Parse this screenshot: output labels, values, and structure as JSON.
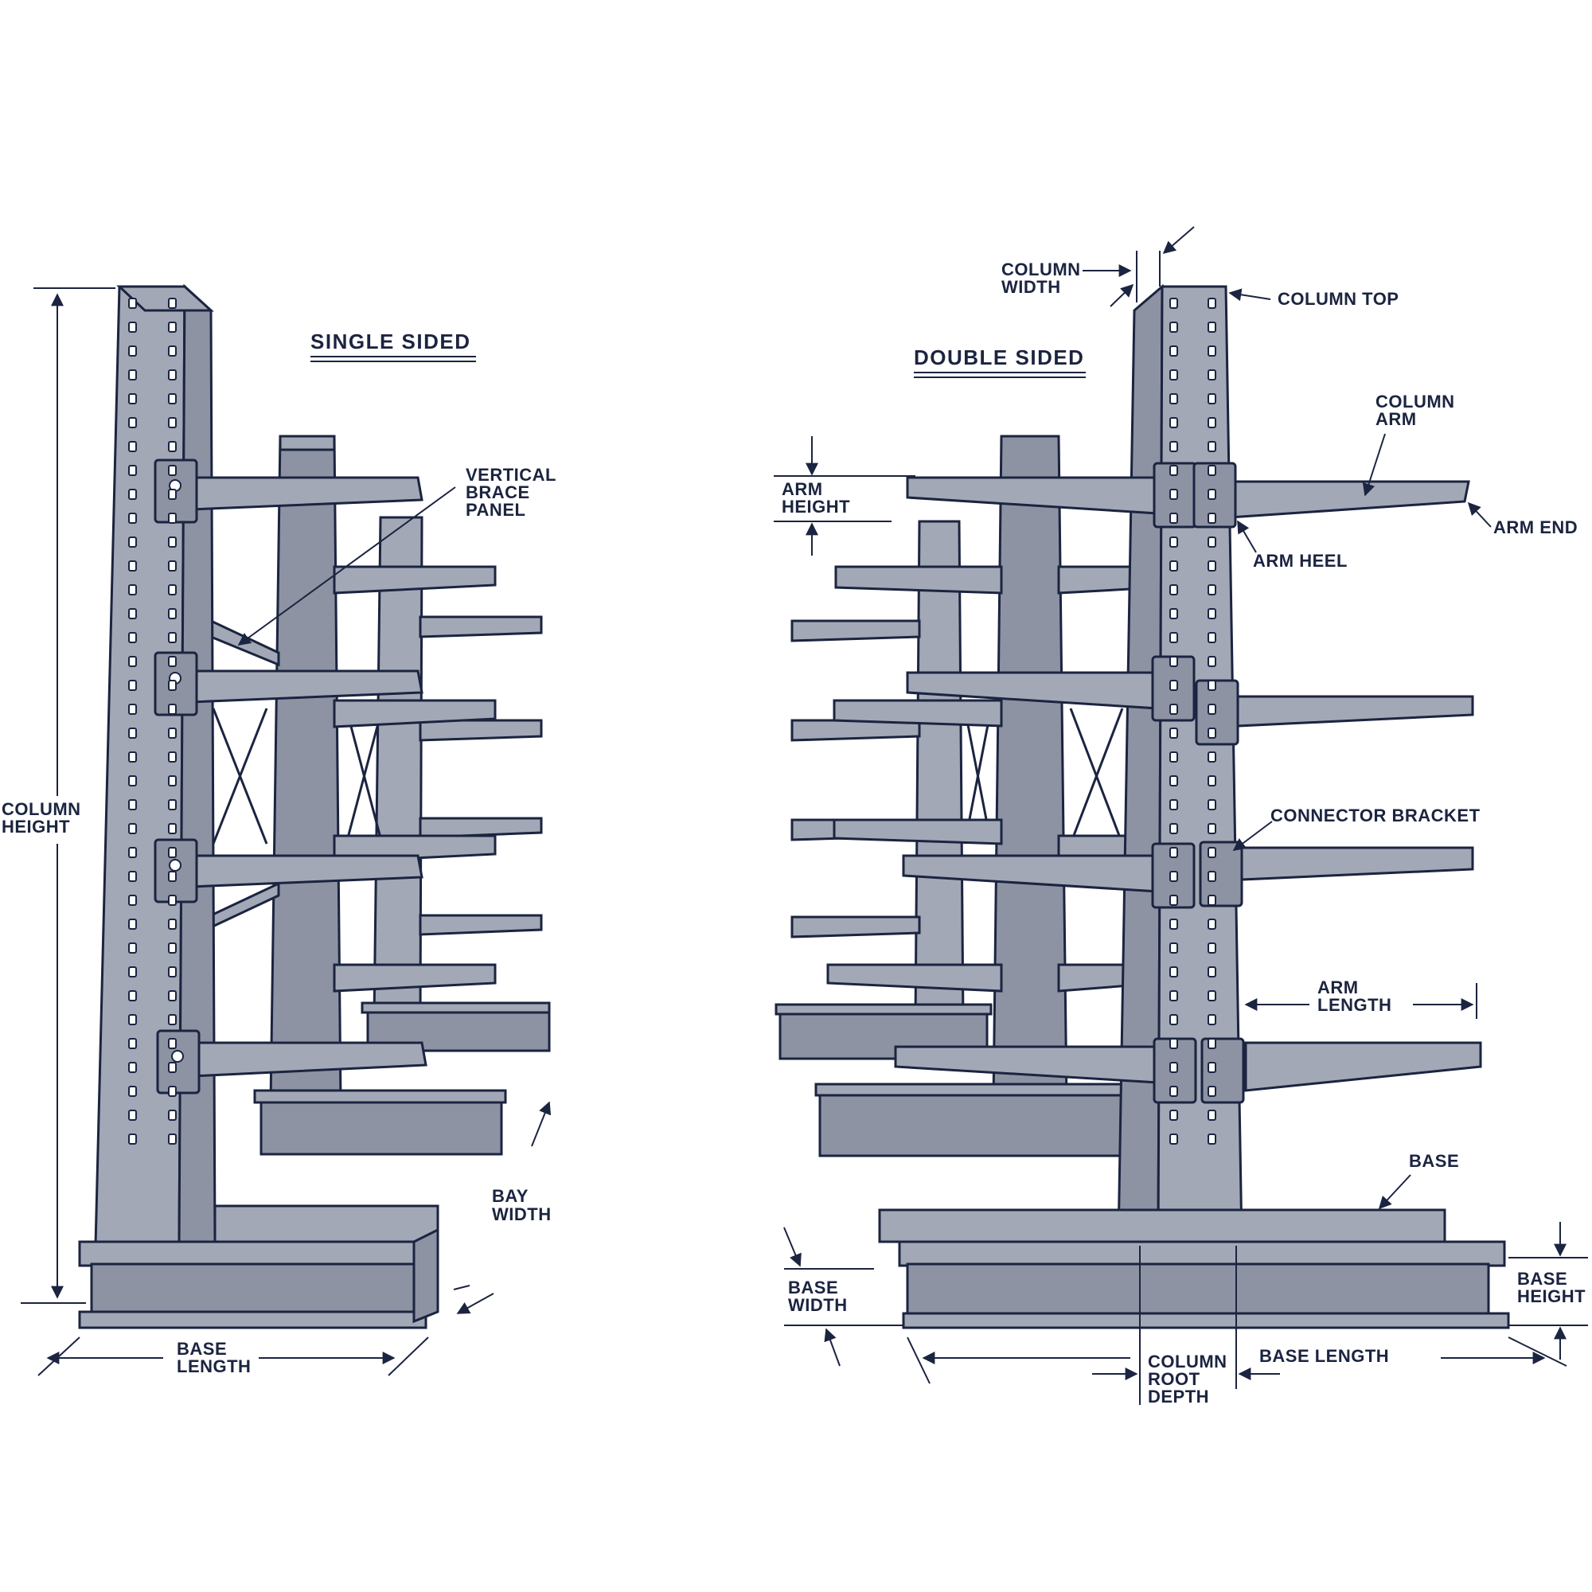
{
  "colors": {
    "ink": "#1b2440",
    "steel": "#a3a8b6",
    "steel_dark": "#8d93a3",
    "background": "#ffffff"
  },
  "single_sided": {
    "title": "SINGLE SIDED",
    "labels": {
      "vertical_brace_panel": [
        "VERTICAL",
        "BRACE",
        "PANEL"
      ],
      "column_height": [
        "COLUMN",
        "HEIGHT"
      ],
      "bay_width": [
        "BAY",
        "WIDTH"
      ],
      "base_length": [
        "BASE",
        "LENGTH"
      ]
    }
  },
  "double_sided": {
    "title": "DOUBLE SIDED",
    "labels": {
      "column_width": [
        "COLUMN",
        "WIDTH"
      ],
      "column_top": "COLUMN TOP",
      "column_arm": [
        "COLUMN",
        "ARM"
      ],
      "arm_height": [
        "ARM",
        "HEIGHT"
      ],
      "arm_end": "ARM END",
      "arm_heel": "ARM HEEL",
      "connector_bracket": "CONNECTOR BRACKET",
      "arm_length": [
        "ARM",
        "LENGTH"
      ],
      "base": "BASE",
      "base_width": [
        "BASE",
        "WIDTH"
      ],
      "base_height": [
        "BASE",
        "HEIGHT"
      ],
      "column_root_depth": [
        "COLUMN",
        "ROOT",
        "DEPTH"
      ],
      "base_length": "BASE LENGTH"
    }
  }
}
